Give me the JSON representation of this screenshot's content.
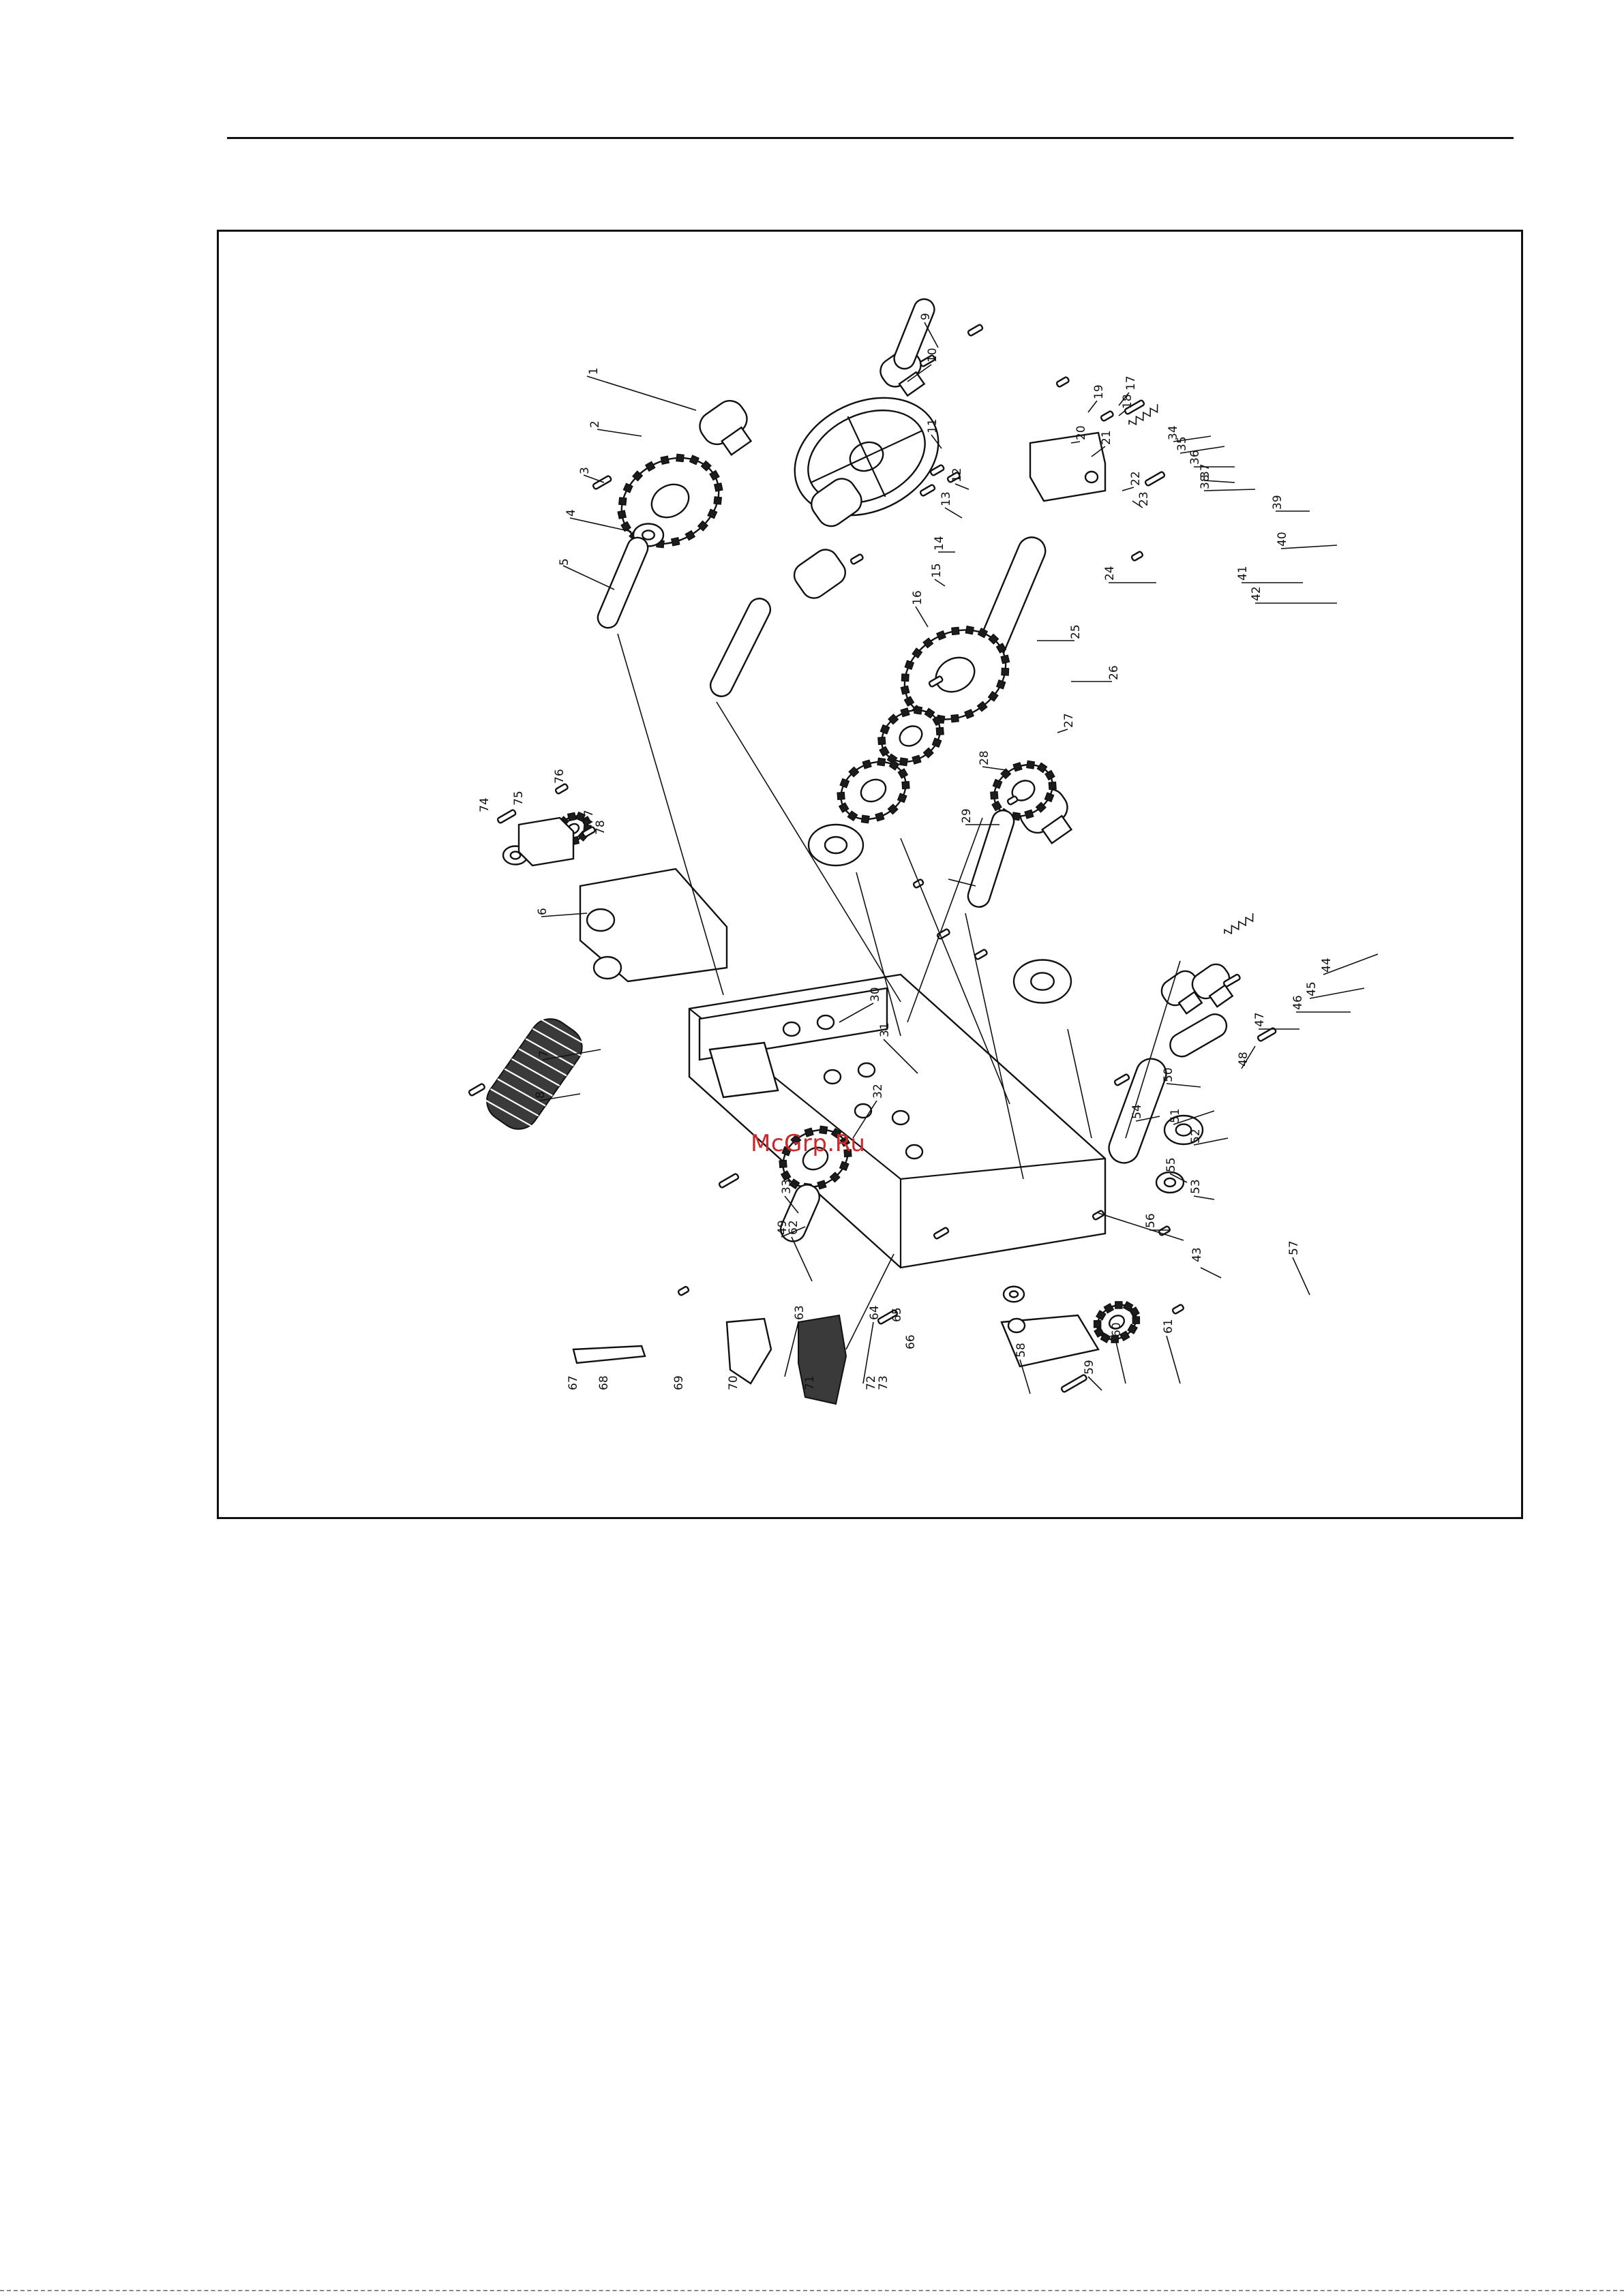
{
  "watermark": "McGrp.Ru",
  "colors": {
    "ink": "#111111",
    "watermark": "#cc2a2a",
    "paper": "#ffffff"
  },
  "callouts": [
    "1",
    "2",
    "3",
    "4",
    "5",
    "6",
    "7",
    "8",
    "9",
    "10",
    "11",
    "12",
    "13",
    "14",
    "15",
    "16",
    "17",
    "18",
    "19",
    "20",
    "21",
    "22",
    "23",
    "24",
    "25",
    "26",
    "27",
    "28",
    "29",
    "30",
    "31",
    "32",
    "33",
    "34",
    "35",
    "36",
    "37",
    "38",
    "39",
    "40",
    "41",
    "42",
    "43",
    "44",
    "45",
    "46",
    "47",
    "48",
    "49",
    "50",
    "51",
    "52",
    "53",
    "54",
    "55",
    "56",
    "57",
    "58",
    "59",
    "60",
    "61",
    "62",
    "63",
    "64",
    "65",
    "66",
    "67",
    "68",
    "69",
    "70",
    "71",
    "72",
    "73",
    "74",
    "75",
    "76",
    "77",
    "78"
  ]
}
